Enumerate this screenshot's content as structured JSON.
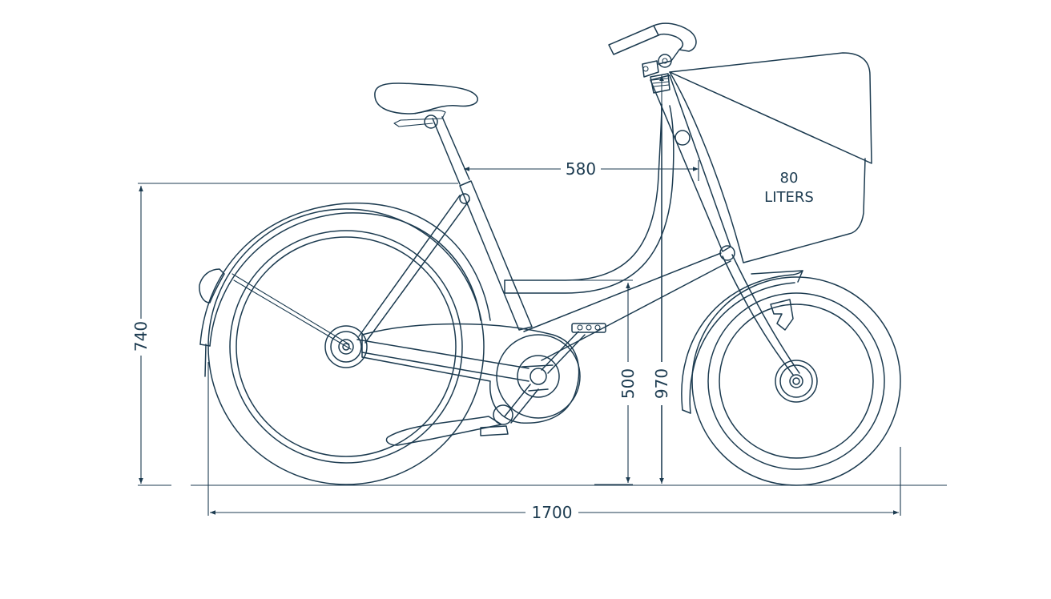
{
  "dimensions": {
    "overall_length": "1700",
    "overall_height": "970",
    "seat_height": "740",
    "step_through_height": "500",
    "reach": "580"
  },
  "basket": {
    "capacity_value": "80",
    "capacity_unit": "LITERS"
  },
  "colors": {
    "line": "#1c3b50",
    "background": "#ffffff"
  }
}
